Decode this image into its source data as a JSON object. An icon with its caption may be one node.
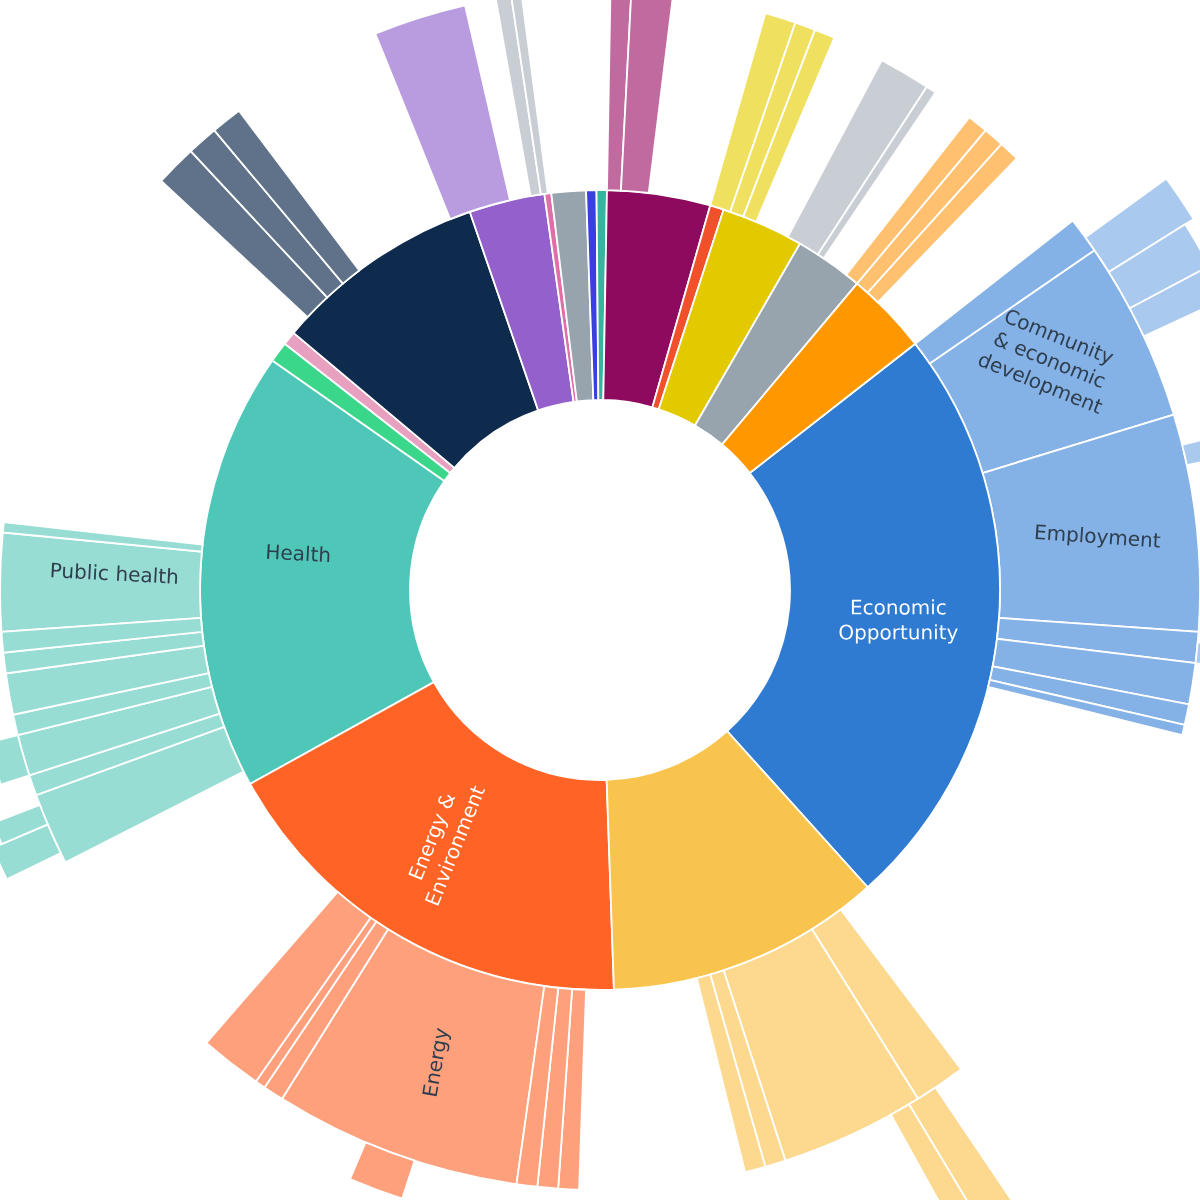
{
  "diagram": {
    "nodes": [
      {
        "text": [
          "Community & economic development"
        ]
      },
      {
        "text": [
          "Employment"
        ]
      },
      {
        "text": [
          "Health"
        ]
      },
      {
        "text": [
          "Public health"
        ]
      },
      {
        "text": [
          "Economic Opportunity"
        ]
      },
      {
        "text": [
          "Energy & Environment"
        ]
      },
      {
        "text": [
          "Energy"
        ]
      },
      {
        "text": [],
        "shape": "band"
      },
      {
        "text": [],
        "shape": "band"
      },
      {
        "text": [],
        "shape": "band"
      },
      {
        "text": [],
        "shape": "band"
      },
      {
        "text": [],
        "shape": "band"
      },
      {
        "text": [],
        "shape": "band"
      },
      {
        "text": [],
        "shape": "band"
      },
      {
        "text": [],
        "shape": "band"
      },
      {
        "text": [],
        "shape": "band"
      },
      {
        "text": [],
        "shape": "band"
      },
      {
        "text": [],
        "shape": "band"
      },
      {
        "text": [],
        "shape": "band"
      },
      {
        "text": [],
        "shape": "band"
      },
      {
        "text": [],
        "shape": "band"
      },
      {
        "text": [],
        "shape": "band"
      },
      {
        "text": [],
        "shape": "band"
      },
      {
        "text": [],
        "shape": "band"
      },
      {
        "text": [],
        "shape": "band"
      },
      {
        "text": [],
        "shape": "band"
      },
      {
        "text": [],
        "shape": "band"
      },
      {
        "text": [],
        "shape": "band"
      },
      {
        "text": [],
        "shape": "band"
      },
      {
        "text": [],
        "shape": "band"
      },
      {
        "text": [],
        "shape": "band"
      },
      {
        "text": [],
        "shape": "band"
      },
      {
        "text": [],
        "shape": "band"
      },
      {
        "text": [],
        "shape": "band"
      },
      {
        "text": [],
        "shape": "band"
      },
      {
        "text": [],
        "shape": "band"
      },
      {
        "text": [],
        "shape": "band"
      },
      {
        "text": [],
        "shape": "band"
      },
      {
        "text": [],
        "shape": "band"
      },
      {
        "text": [],
        "shape": "band"
      },
      {
        "text": [],
        "shape": "band"
      },
      {
        "text": [],
        "shape": "band"
      },
      {
        "text": [],
        "shape": "band"
      },
      {
        "text": [],
        "shape": "band"
      },
      {
        "text": [],
        "shape": "band"
      },
      {
        "text": [],
        "shape": "band"
      },
      {
        "text": [],
        "shape": "band"
      },
      {
        "text": [],
        "shape": "band"
      },
      {
        "text": [],
        "shape": "band"
      },
      {
        "text": [],
        "shape": "band"
      },
      {
        "text": [],
        "shape": "band"
      },
      {
        "text": [],
        "shape": "band"
      },
      {
        "text": [],
        "shape": "band"
      },
      {
        "text": [],
        "shape": "band"
      },
      {
        "text": [],
        "shape": "band"
      },
      {
        "text": [],
        "shape": "band"
      },
      {
        "text": [],
        "shape": "band"
      },
      {
        "text": [],
        "shape": "band"
      },
      {
        "text": [],
        "shape": "band"
      },
      {
        "text": [],
        "shape": "band"
      },
      {
        "text": [],
        "shape": "band"
      },
      {
        "text": [],
        "shape": "band"
      },
      {
        "text": [],
        "shape": "band"
      },
      {
        "text": [],
        "shape": "band"
      },
      {
        "text": [],
        "shape": "band"
      },
      {
        "text": [],
        "shape": "band"
      },
      {
        "text": [],
        "shape": "band"
      },
      {
        "text": [],
        "shape": "band"
      },
      {
        "text": [],
        "shape": "band"
      },
      {
        "text": [],
        "shape": "band"
      },
      {
        "text": [],
        "shape": "band"
      }
    ]
  }
}
